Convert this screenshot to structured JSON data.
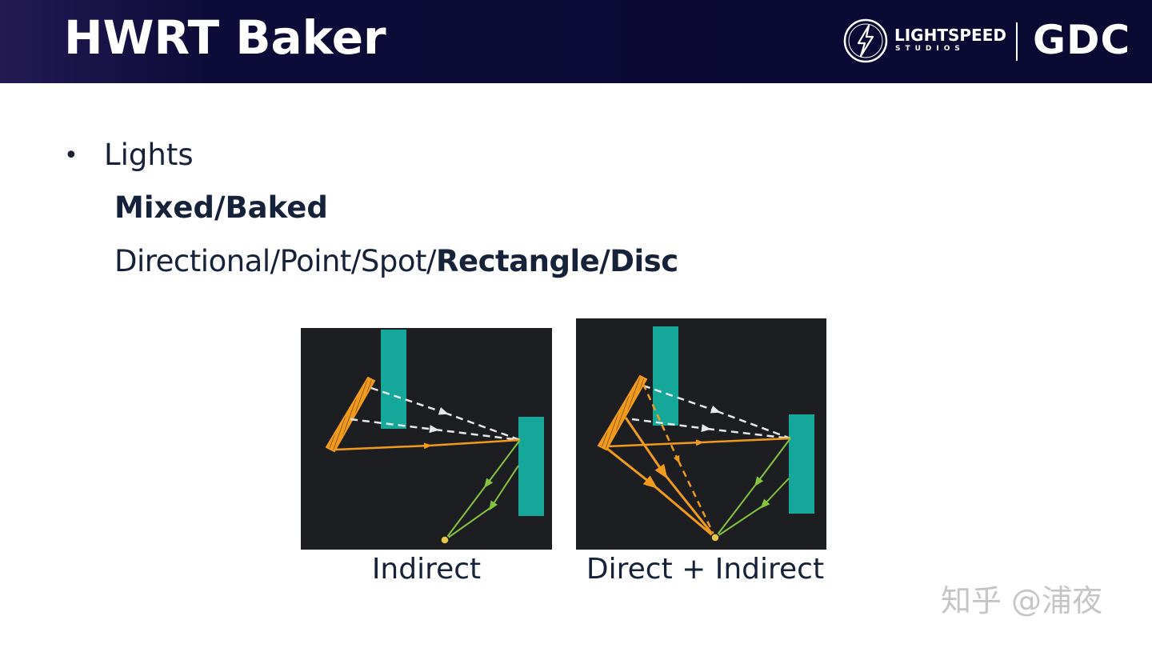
{
  "header": {
    "title": "HWRT Baker",
    "brand_name": "LIGHTSPEED",
    "brand_sub": "STUDIOS",
    "event": "GDC"
  },
  "content": {
    "bullet": "Lights",
    "line1": "Mixed/Baked",
    "line2_regular": "Directional/Point/Spot/",
    "line2_bold": "Rectangle/Disc"
  },
  "figures": [
    {
      "caption": "Indirect"
    },
    {
      "caption": "Direct + Indirect"
    }
  ],
  "watermark": "知乎 @浦夜",
  "colors": {
    "header_bg": "#0a0a32",
    "panel_bg": "#1d1e21",
    "occluder": "#14a79a",
    "light": "#f29a1c",
    "bounce": "#7fc23a",
    "shadow_ray": "#d9d9d9"
  }
}
